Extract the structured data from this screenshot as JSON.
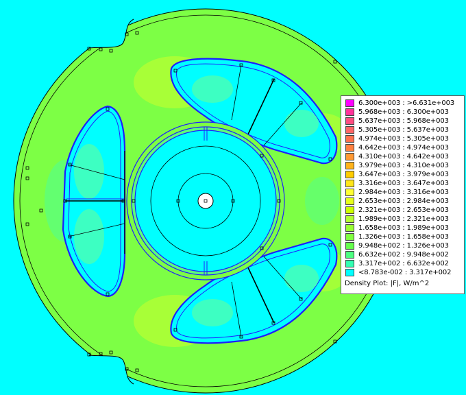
{
  "colors": {
    "background": "#00ffff",
    "field_low": "#33ffff",
    "field_mid": "#66ff66",
    "field_yellowgreen": "#b3ff33",
    "field_yellow": "#ffff33",
    "outline": "#000000",
    "winding_outline": "#1d1dff"
  },
  "legend": {
    "title": "Density Plot: |F|, W/m^2",
    "items": [
      {
        "label": "6.300e+003 : >6.631e+003",
        "color": "#ff00ff"
      },
      {
        "label": "5.968e+003 : 6.300e+003",
        "color": "#ff3399"
      },
      {
        "label": "5.637e+003 : 5.968e+003",
        "color": "#ff4d80"
      },
      {
        "label": "5.305e+003 : 5.637e+003",
        "color": "#ff6666"
      },
      {
        "label": "4.974e+003 : 5.305e+003",
        "color": "#ff704d"
      },
      {
        "label": "4.642e+003 : 4.974e+003",
        "color": "#ff8040"
      },
      {
        "label": "4.310e+003 : 4.642e+003",
        "color": "#ff9933"
      },
      {
        "label": "3.979e+003 : 4.310e+003",
        "color": "#ffb31a"
      },
      {
        "label": "3.647e+003 : 3.979e+003",
        "color": "#ffcc00"
      },
      {
        "label": "3.316e+003 : 3.647e+003",
        "color": "#ffe619"
      },
      {
        "label": "2.984e+003 : 3.316e+003",
        "color": "#ffff33"
      },
      {
        "label": "2.653e+003 : 2.984e+003",
        "color": "#e6ff1a"
      },
      {
        "label": "2.321e+003 : 2.653e+003",
        "color": "#ccff00"
      },
      {
        "label": "1.989e+003 : 2.321e+003",
        "color": "#b3ff33"
      },
      {
        "label": "1.658e+003 : 1.989e+003",
        "color": "#99ff33"
      },
      {
        "label": "1.326e+003 : 1.658e+003",
        "color": "#80ff40"
      },
      {
        "label": "9.948e+002 : 1.326e+003",
        "color": "#66ff4d"
      },
      {
        "label": "6.632e+002 : 9.948e+002",
        "color": "#4dff80"
      },
      {
        "label": "3.317e+002 : 6.632e+002",
        "color": "#33ffb3"
      },
      {
        "label": "<8.783e-002 : 3.317e+002",
        "color": "#00ffff"
      }
    ]
  }
}
